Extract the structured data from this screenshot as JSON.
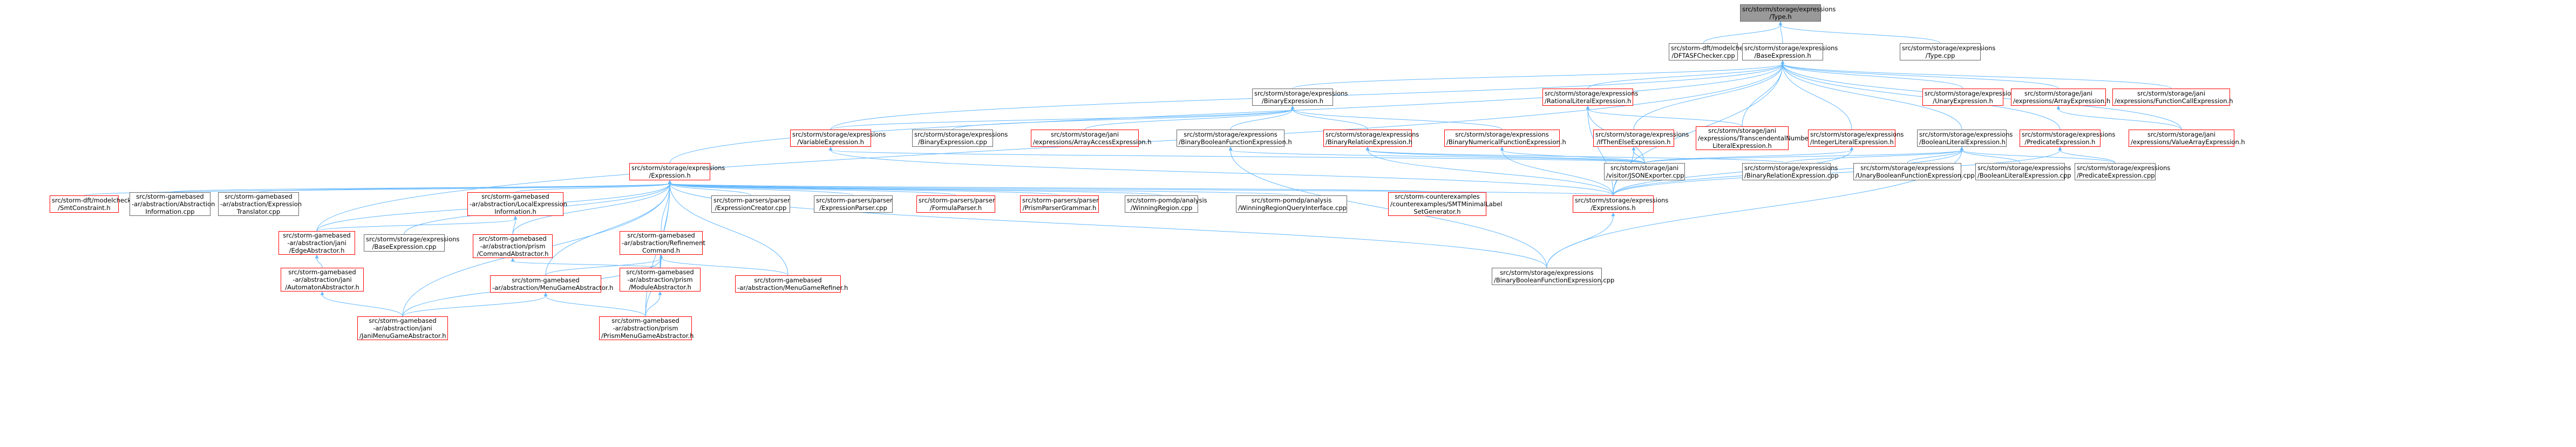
{
  "nodes": {
    "type_h": [
      "src/storm/storage/expressions",
      "/Type.h"
    ],
    "dftasf_checker": [
      "src/storm-dft/modelchecker",
      "/DFTASFChecker.cpp"
    ],
    "base_expression_h": [
      "src/storm/storage/expressions",
      "/BaseExpression.h"
    ],
    "type_cpp": [
      "src/storm/storage/expressions",
      "/Type.cpp"
    ],
    "binary_expression_h": [
      "src/storm/storage/expressions",
      "/BinaryExpression.h"
    ],
    "rational_literal_h": [
      "src/storm/storage/expressions",
      "/RationalLiteralExpression.h"
    ],
    "unary_expression_h": [
      "src/storm/storage/expressions",
      "/UnaryExpression.h"
    ],
    "array_expression_h": [
      "src/storm/storage/jani",
      "/expressions/ArrayExpression.h"
    ],
    "function_call_h": [
      "src/storm/storage/jani",
      "/expressions/FunctionCallExpression.h"
    ],
    "variable_expression_h": [
      "src/storm/storage/expressions",
      "/VariableExpression.h"
    ],
    "binary_expression_cpp": [
      "src/storm/storage/expressions",
      "/BinaryExpression.cpp"
    ],
    "array_access_h": [
      "src/storm/storage/jani",
      "/expressions/ArrayAccessExpression.h"
    ],
    "binary_boolean_function_h": [
      "src/storm/storage/expressions",
      "/BinaryBooleanFunctionExpression.h"
    ],
    "binary_relation_h": [
      "src/storm/storage/expressions",
      "/BinaryRelationExpression.h"
    ],
    "binary_numerical_h": [
      "src/storm/storage/expressions",
      "/BinaryNumericalFunctionExpression.h"
    ],
    "ite_h": [
      "src/storm/storage/expressions",
      "/IfThenElseExpression.h"
    ],
    "transcendental_h": [
      "src/storm/storage/jani",
      "/expressions/TranscendentalNumber",
      "LiteralExpression.h"
    ],
    "integer_literal_h": [
      "src/storm/storage/expressions",
      "/IntegerLiteralExpression.h"
    ],
    "boolean_literal_h": [
      "src/storm/storage/expressions",
      "/BooleanLiteralExpression.h"
    ],
    "predicate_h": [
      "src/storm/storage/expressions",
      "/PredicateExpression.h"
    ],
    "value_array_h": [
      "src/storm/storage/jani",
      "/expressions/ValueArrayExpression.h"
    ],
    "expression_h": [
      "src/storm/storage/expressions",
      "/Expression.h"
    ],
    "json_exporter": [
      "src/storm/storage/jani",
      "/visitor/JSONExporter.cpp"
    ],
    "binary_relation_cpp": [
      "src/storm/storage/expressions",
      "/BinaryRelationExpression.cpp"
    ],
    "unary_boolean_cpp": [
      "src/storm/storage/expressions",
      "/UnaryBooleanFunctionExpression.cpp"
    ],
    "boolean_literal_cpp": [
      "src/storm/storage/expressions",
      "/BooleanLiteralExpression.cpp"
    ],
    "predicate_cpp": [
      "src/storm/storage/expressions",
      "/PredicateExpression.cpp"
    ],
    "smt_constraint": [
      "src/storm-dft/modelchecker",
      "/SmtConstraint.h"
    ],
    "abstraction_info_cpp": [
      "src/storm-gamebased",
      "-ar/abstraction/Abstraction",
      "Information.cpp"
    ],
    "expression_translator": [
      "src/storm-gamebased",
      "-ar/abstraction/Expression",
      "Translator.cpp"
    ],
    "local_expression_info": [
      "src/storm-gamebased",
      "-ar/abstraction/LocalExpression",
      "Information.h"
    ],
    "base_expression_cpp": [
      "src/storm/storage/expressions",
      "/BaseExpression.cpp"
    ],
    "expression_creator": [
      "src/storm-parsers/parser",
      "/ExpressionCreator.cpp"
    ],
    "expression_parser": [
      "src/storm-parsers/parser",
      "/ExpressionParser.cpp"
    ],
    "formula_parser": [
      "src/storm-parsers/parser",
      "/FormulaParser.h"
    ],
    "prism_parser_grammar": [
      "src/storm-parsers/parser",
      "/PrismParserGrammar.h"
    ],
    "winning_region": [
      "src/storm-pomdp/analysis",
      "/WinningRegion.cpp"
    ],
    "winning_region_query": [
      "src/storm-pomdp/analysis",
      "/WinningRegionQueryInterface.cpp"
    ],
    "dft_min_label": [
      "src/storm-counterexamples",
      "/counterexamples/SMTMinimalLabel",
      "SetGenerator.h"
    ],
    "expressions_h": [
      "src/storm/storage/expressions",
      "/Expressions.h"
    ],
    "edge_abstractor": [
      "src/storm-gamebased",
      "-ar/abstraction/jani",
      "/EdgeAbstractor.h"
    ],
    "command_abstractor": [
      "src/storm-gamebased",
      "-ar/abstraction/prism",
      "/CommandAbstractor.h"
    ],
    "refinement_command": [
      "src/storm-gamebased",
      "-ar/abstraction/Refinement",
      "Command.h"
    ],
    "automaton_abstractor": [
      "src/storm-gamebased",
      "-ar/abstraction/jani",
      "/AutomatonAbstractor.h"
    ],
    "menu_game_abstractor": [
      "src/storm-gamebased",
      "-ar/abstraction/MenuGameAbstractor.h"
    ],
    "module_abstractor": [
      "src/storm-gamebased",
      "-ar/abstraction/prism",
      "/ModuleAbstractor.h"
    ],
    "menu_game_refiner": [
      "src/storm-gamebased",
      "-ar/abstraction/MenuGameRefiner.h"
    ],
    "binary_boolean_cpp": [
      "src/storm/storage/expressions",
      "/BinaryBooleanFunctionExpression.cpp"
    ],
    "jani_menu_game": [
      "src/storm-gamebased",
      "-ar/abstraction/jani",
      "/JaniMenuGameAbstractor.h"
    ],
    "prism_menu_game": [
      "src/storm-gamebased",
      "-ar/abstraction/prism",
      "/PrismMenuGameAbstractor.h"
    ]
  },
  "colors": {
    "edge": "#63b8ff",
    "red_border": "#ff0000",
    "root_fill": "#999999",
    "grey_border": "#666666"
  }
}
